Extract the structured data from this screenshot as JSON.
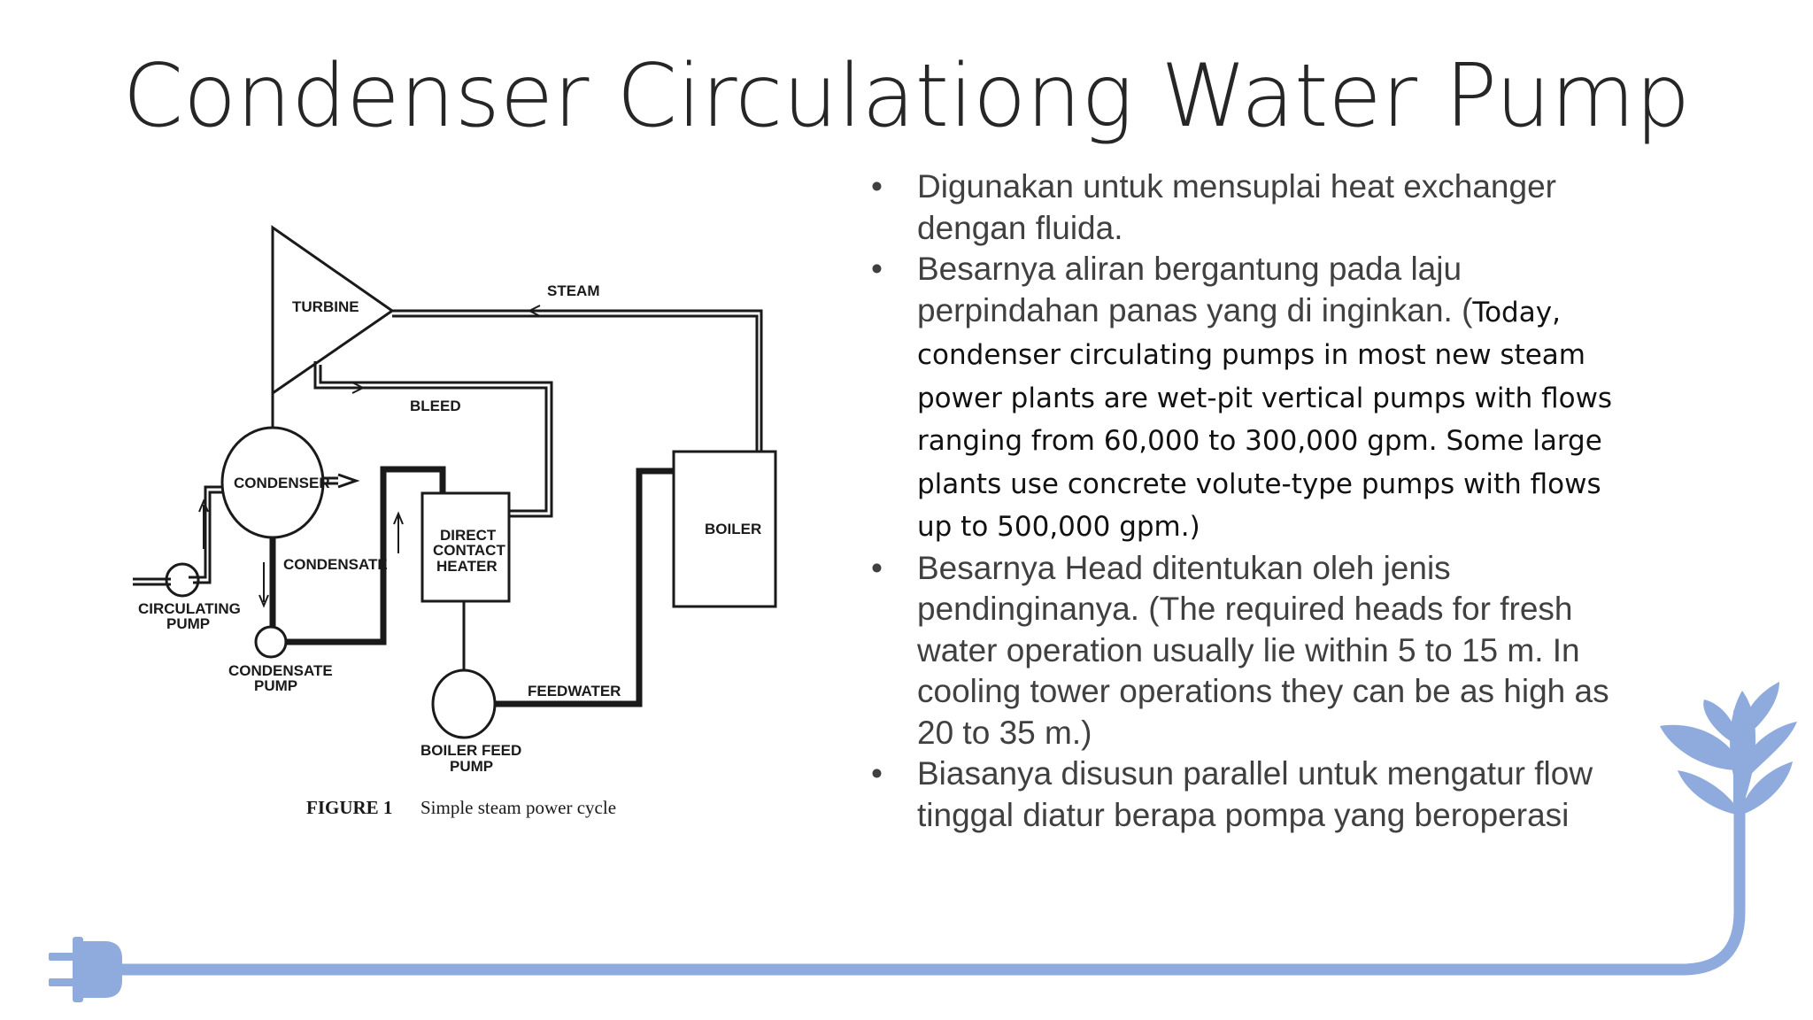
{
  "slide": {
    "title": "Condenser Circulationg Water Pump"
  },
  "figure": {
    "labels": {
      "turbine": "TURBINE",
      "steam": "STEAM",
      "bleed": "BLEED",
      "condenser": "CONDENSER",
      "condensate": "CONDENSATE",
      "circulating_pump_line1": "CIRCULATING",
      "circulating_pump_line2": "PUMP",
      "condensate_pump_line1": "CONDENSATE",
      "condensate_pump_line2": "PUMP",
      "dch_line1": "DIRECT",
      "dch_line2": "CONTACT",
      "dch_line3": "HEATER",
      "boiler": "BOILER",
      "feedwater": "FEEDWATER",
      "bfp_line1": "BOILER FEED",
      "bfp_line2": "PUMP"
    },
    "caption_number": "FIGURE 1",
    "caption_text": "Simple steam power cycle"
  },
  "bullets": [
    {
      "marker": "•",
      "text": "Digunakan untuk mensuplai heat exchanger dengan fluida."
    },
    {
      "marker": "•",
      "text": "Besarnya aliran bergantung pada laju perpindahan panas yang di inginkan. (",
      "sub": "Today, condenser circulating pumps in most new steam power plants are wet-pit vertical pumps with flows ranging from 60,000 to 300,000 gpm. Some large plants use concrete volute-type pumps with flows up to 500,000 gpm.)"
    },
    {
      "marker": "•",
      "text": "Besarnya Head ditentukan oleh jenis pendinginanya. (The required heads for fresh water operation usually lie within 5 to 15 m. In cooling tower operations they can be as high as 20 to 35 m.)"
    },
    {
      "marker": "•",
      "text": "Biasanya disusun parallel untuk mengatur flow tinggal diatur berapa pompa yang beroperasi"
    }
  ],
  "decoration": {
    "accent_color": "#8faadc",
    "icons": [
      "plug-icon",
      "plant-icon"
    ]
  }
}
